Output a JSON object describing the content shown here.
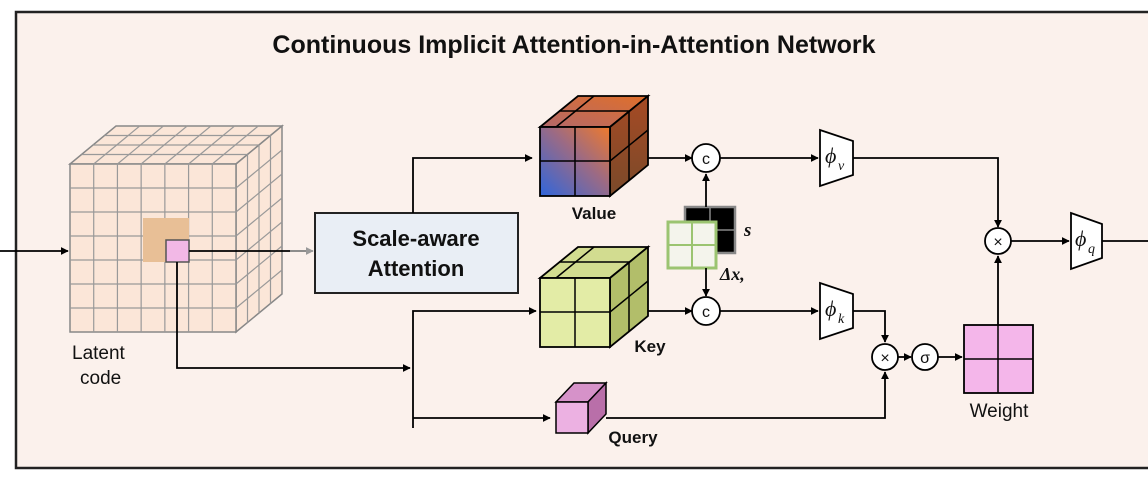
{
  "title": "Continuous Implicit Attention-in-Attention Network",
  "labels": {
    "latent": [
      "Latent",
      "code"
    ],
    "scale_attention": [
      "Scale-aware",
      "Attention"
    ],
    "value": "Value",
    "key": "Key",
    "query": "Query",
    "weight": "Weight",
    "scale_symbol": "s",
    "offset_symbol": "Δx,"
  },
  "operators": {
    "concat": "c",
    "multiply": "×",
    "sigmoid": "σ"
  },
  "mlps": {
    "phi_v": {
      "symbol": "ϕ",
      "sub": "v"
    },
    "phi_k": {
      "symbol": "ϕ",
      "sub": "k"
    },
    "phi_q": {
      "symbol": "ϕ",
      "sub": "q"
    }
  },
  "colors": {
    "panel_bg": "#fbf1ec",
    "latent_cell": "#fbe6d8",
    "latent_highlight": "#e8bf96",
    "latent_center": "#f2b8e6",
    "value_blue": "#3a67d4",
    "value_orange": "#e07a3a",
    "key_yellow": "#e3eca6",
    "query_pink": "#ecb1e2",
    "weight_pink": "#f4b6ea",
    "attention_box": "#e9eef5",
    "offset_green": "#9bc471"
  }
}
